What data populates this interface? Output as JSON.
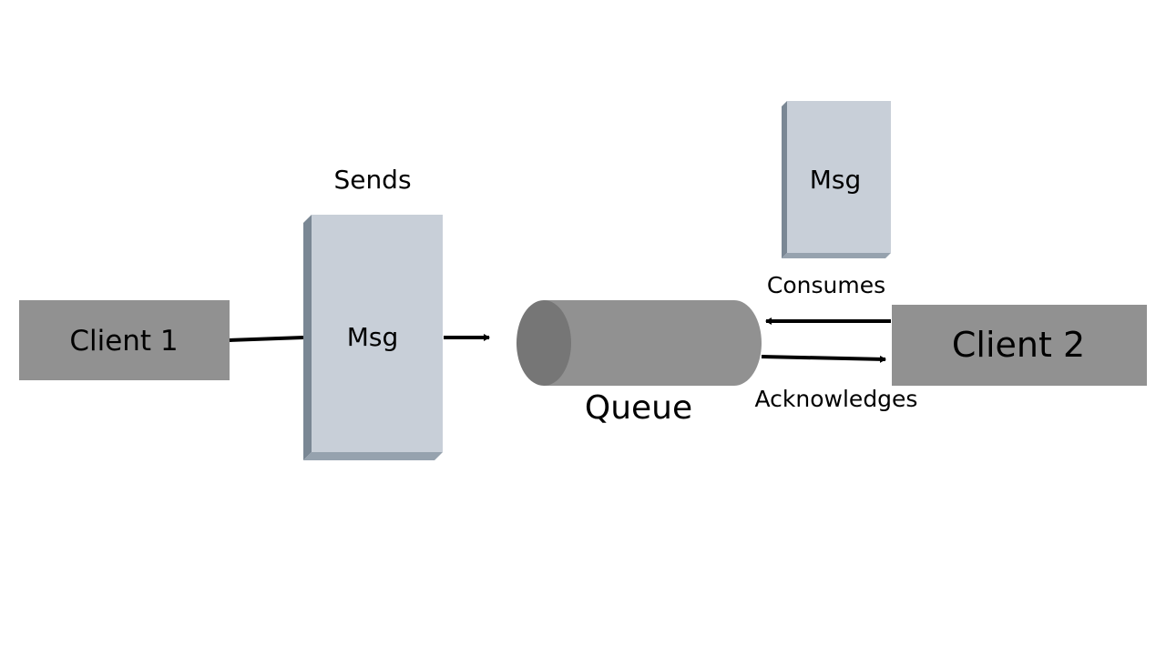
{
  "nodes": {
    "client1": {
      "label": "Client 1"
    },
    "client2": {
      "label": "Client 2"
    },
    "queue": {
      "label": "Queue"
    },
    "msg_sent": {
      "label": "Msg"
    },
    "msg_consumed": {
      "label": "Msg"
    }
  },
  "edges": {
    "sends": {
      "label": "Sends"
    },
    "consumes": {
      "label": "Consumes"
    },
    "acknowledges": {
      "label": "Acknowledges"
    }
  },
  "colors": {
    "client_fill": "#919191",
    "msg_face": "#c8cfd8",
    "msg_side": "#7a8794",
    "msg_bottom": "#96a2ae",
    "queue_body": "#919191",
    "queue_end": "#767676",
    "line": "#000000"
  }
}
